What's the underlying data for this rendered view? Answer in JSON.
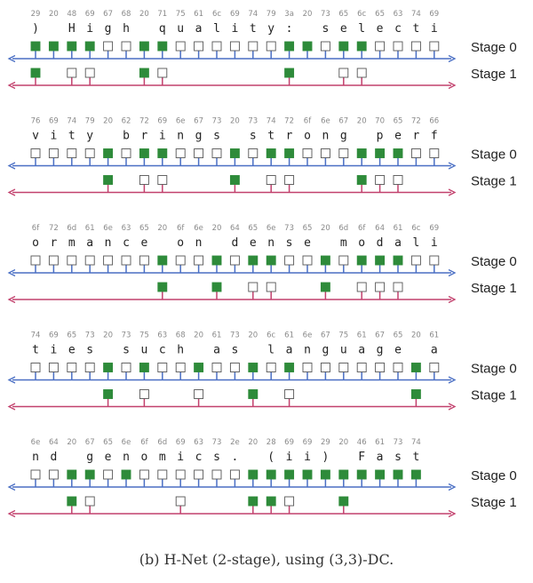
{
  "caption": "(b) H-Net (2-stage), using (3,3)-DC.",
  "stage_labels": [
    "Stage 0",
    "Stage 1"
  ],
  "colors": {
    "stage0_line": "#4a6fc4",
    "stage1_line": "#c2416d",
    "selected_fill": "#2e8b3a",
    "box_border": "#555555"
  },
  "rows": [
    {
      "hex": [
        "29",
        "20",
        "48",
        "69",
        "67",
        "68",
        "20",
        "71",
        "75",
        "61",
        "6c",
        "69",
        "74",
        "79",
        "3a",
        "20",
        "73",
        "65",
        "6c",
        "65",
        "63",
        "74",
        "69"
      ],
      "chars": [
        ")",
        " ",
        "H",
        "i",
        "g",
        "h",
        " ",
        "q",
        "u",
        "a",
        "l",
        "i",
        "t",
        "y",
        ":",
        " ",
        "s",
        "e",
        "l",
        "e",
        "c",
        "t",
        "i"
      ],
      "stage0": [
        1,
        1,
        1,
        1,
        0,
        0,
        1,
        1,
        0,
        0,
        0,
        0,
        0,
        0,
        1,
        1,
        0,
        1,
        1,
        0,
        0,
        0,
        0
      ],
      "stage1": [
        1,
        0,
        1,
        1,
        0,
        0,
        1,
        1,
        0,
        0,
        0,
        0,
        0,
        0,
        1,
        0,
        0,
        1,
        1,
        0,
        0,
        0,
        0
      ],
      "stage1_fill": [
        1,
        0,
        0,
        0,
        0,
        0,
        1,
        0,
        0,
        0,
        0,
        0,
        0,
        0,
        1,
        0,
        0,
        0,
        0,
        0,
        0,
        0,
        0
      ]
    },
    {
      "hex": [
        "76",
        "69",
        "74",
        "79",
        "20",
        "62",
        "72",
        "69",
        "6e",
        "67",
        "73",
        "20",
        "73",
        "74",
        "72",
        "6f",
        "6e",
        "67",
        "20",
        "70",
        "65",
        "72",
        "66"
      ],
      "chars": [
        "v",
        "i",
        "t",
        "y",
        " ",
        "b",
        "r",
        "i",
        "n",
        "g",
        "s",
        " ",
        "s",
        "t",
        "r",
        "o",
        "n",
        "g",
        " ",
        "p",
        "e",
        "r",
        "f"
      ],
      "stage0": [
        0,
        0,
        0,
        0,
        1,
        0,
        1,
        1,
        0,
        0,
        0,
        1,
        0,
        1,
        1,
        0,
        0,
        0,
        1,
        1,
        1,
        0,
        0
      ],
      "stage1": [
        0,
        0,
        0,
        0,
        1,
        0,
        1,
        1,
        0,
        0,
        0,
        1,
        0,
        1,
        1,
        0,
        0,
        0,
        1,
        1,
        1,
        0,
        0
      ],
      "stage1_fill": [
        0,
        0,
        0,
        0,
        1,
        0,
        0,
        0,
        0,
        0,
        0,
        1,
        0,
        0,
        0,
        0,
        0,
        0,
        1,
        0,
        0,
        0,
        0
      ]
    },
    {
      "hex": [
        "6f",
        "72",
        "6d",
        "61",
        "6e",
        "63",
        "65",
        "20",
        "6f",
        "6e",
        "20",
        "64",
        "65",
        "6e",
        "73",
        "65",
        "20",
        "6d",
        "6f",
        "64",
        "61",
        "6c",
        "69"
      ],
      "chars": [
        "o",
        "r",
        "m",
        "a",
        "n",
        "c",
        "e",
        " ",
        "o",
        "n",
        " ",
        "d",
        "e",
        "n",
        "s",
        "e",
        " ",
        "m",
        "o",
        "d",
        "a",
        "l",
        "i"
      ],
      "stage0": [
        0,
        0,
        0,
        0,
        0,
        0,
        0,
        1,
        0,
        0,
        1,
        0,
        1,
        1,
        0,
        0,
        1,
        0,
        1,
        1,
        1,
        0,
        0
      ],
      "stage1": [
        0,
        0,
        0,
        0,
        0,
        0,
        0,
        1,
        0,
        0,
        1,
        0,
        1,
        1,
        0,
        0,
        1,
        0,
        1,
        1,
        1,
        0,
        0
      ],
      "stage1_fill": [
        0,
        0,
        0,
        0,
        0,
        0,
        0,
        1,
        0,
        0,
        1,
        0,
        0,
        0,
        0,
        0,
        1,
        0,
        0,
        0,
        0,
        0,
        0
      ]
    },
    {
      "hex": [
        "74",
        "69",
        "65",
        "73",
        "20",
        "73",
        "75",
        "63",
        "68",
        "20",
        "61",
        "73",
        "20",
        "6c",
        "61",
        "6e",
        "67",
        "75",
        "61",
        "67",
        "65",
        "20",
        "61"
      ],
      "chars": [
        "t",
        "i",
        "e",
        "s",
        " ",
        "s",
        "u",
        "c",
        "h",
        " ",
        "a",
        "s",
        " ",
        "l",
        "a",
        "n",
        "g",
        "u",
        "a",
        "g",
        "e",
        " ",
        "a"
      ],
      "stage0": [
        0,
        0,
        0,
        0,
        1,
        0,
        1,
        0,
        0,
        1,
        0,
        0,
        1,
        0,
        1,
        0,
        0,
        0,
        0,
        0,
        0,
        1,
        0
      ],
      "stage1": [
        0,
        0,
        0,
        0,
        1,
        0,
        1,
        0,
        0,
        1,
        0,
        0,
        1,
        0,
        1,
        0,
        0,
        0,
        0,
        0,
        0,
        1,
        0
      ],
      "stage1_fill": [
        0,
        0,
        0,
        0,
        1,
        0,
        0,
        0,
        0,
        0,
        0,
        0,
        1,
        0,
        0,
        0,
        0,
        0,
        0,
        0,
        0,
        1,
        0
      ]
    },
    {
      "hex": [
        "6e",
        "64",
        "20",
        "67",
        "65",
        "6e",
        "6f",
        "6d",
        "69",
        "63",
        "73",
        "2e",
        "20",
        "28",
        "69",
        "69",
        "29",
        "20",
        "46",
        "61",
        "73",
        "74"
      ],
      "chars": [
        "n",
        "d",
        " ",
        "g",
        "e",
        "n",
        "o",
        "m",
        "i",
        "c",
        "s",
        ".",
        " ",
        "(",
        "i",
        "i",
        ")",
        " ",
        "F",
        "a",
        "s",
        "t"
      ],
      "stage0": [
        0,
        0,
        1,
        1,
        0,
        1,
        0,
        0,
        0,
        0,
        0,
        0,
        1,
        1,
        1,
        1,
        1,
        1,
        1,
        1,
        1,
        1
      ],
      "stage1": [
        0,
        0,
        1,
        1,
        0,
        0,
        0,
        0,
        1,
        0,
        0,
        0,
        1,
        1,
        1,
        0,
        0,
        1,
        0,
        0,
        0,
        0
      ],
      "stage1_fill": [
        0,
        0,
        1,
        0,
        0,
        0,
        0,
        0,
        0,
        0,
        0,
        0,
        1,
        1,
        0,
        0,
        0,
        1,
        0,
        0,
        0,
        0
      ]
    }
  ]
}
